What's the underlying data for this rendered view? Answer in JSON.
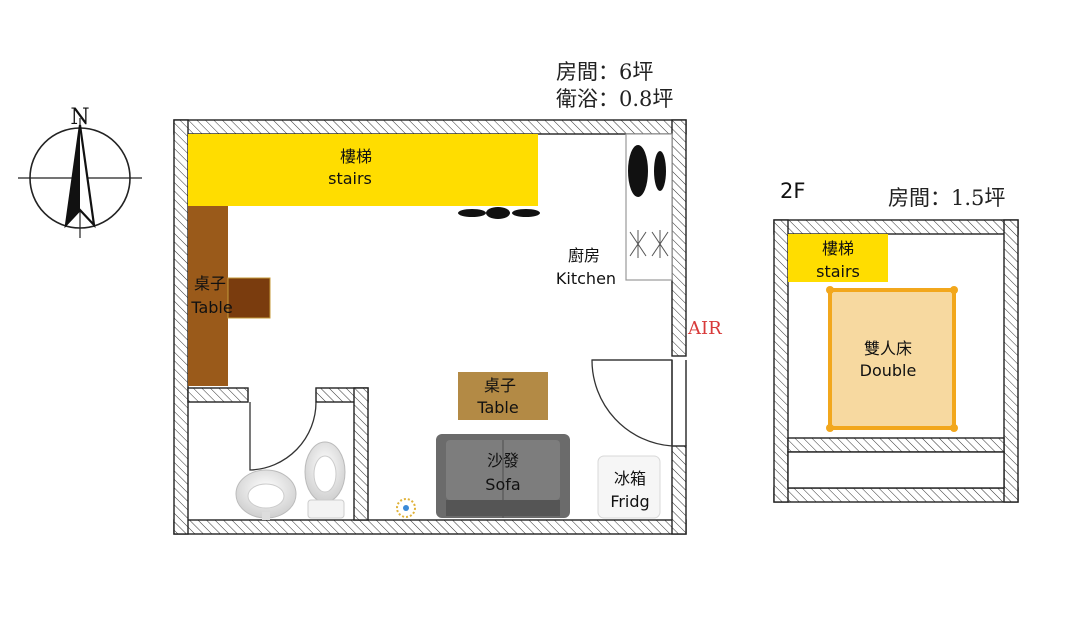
{
  "compass": {
    "north_label": "N"
  },
  "floor1": {
    "area_room": "房間：6坪",
    "area_bath": "衛浴：0.8坪",
    "stairs": {
      "zh": "樓梯",
      "en": "stairs"
    },
    "kitchen": {
      "zh": "廚房",
      "en": "Kitchen"
    },
    "desk": {
      "zh": "桌子",
      "en": "Table"
    },
    "center_table": {
      "zh": "桌子",
      "en": "Table"
    },
    "sofa": {
      "zh": "沙發",
      "en": "Sofa"
    },
    "fridge": {
      "zh": "冰箱",
      "en": "Fridg"
    },
    "air_label": "AIR"
  },
  "floor2": {
    "title": "2F",
    "area_room": "房間：1.5坪",
    "stairs": {
      "zh": "樓梯",
      "en": "stairs"
    },
    "bed": {
      "zh": "雙人床",
      "en": "Double"
    }
  },
  "colors": {
    "stairs": "#ffdd00",
    "desk": "#9a5a1a",
    "center_table": "#b38a45",
    "sofa": "#6b6b6b",
    "bed_fill": "#f7d9a0",
    "bed_border": "#f2a71c",
    "air": "#d83a3a"
  }
}
